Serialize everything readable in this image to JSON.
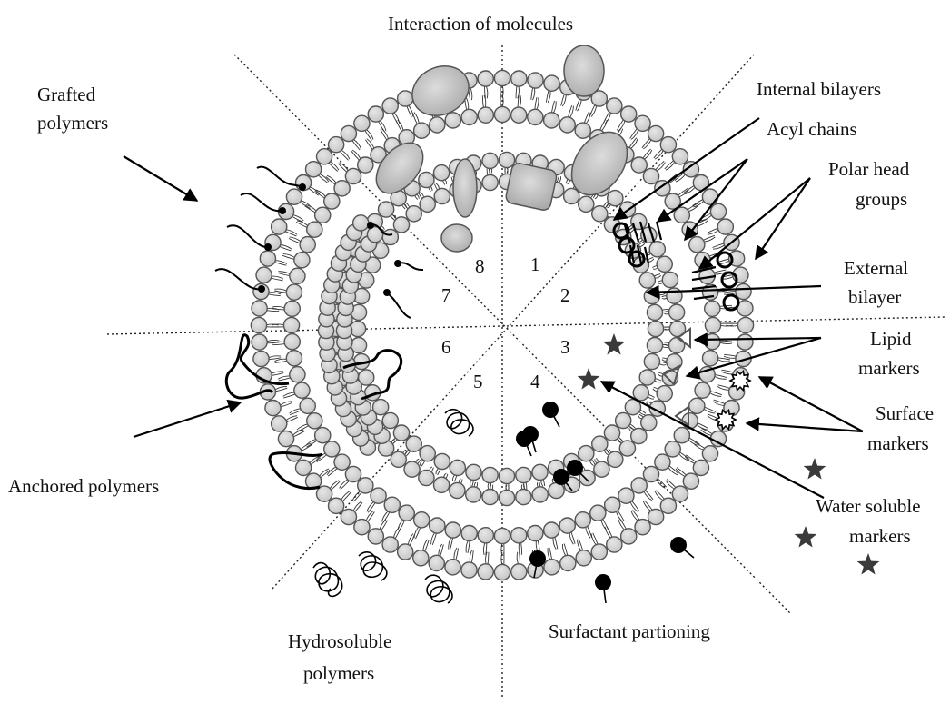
{
  "labels": {
    "interaction": "Interaction of molecules",
    "grafted_1": "Grafted",
    "grafted_2": "polymers",
    "internal_bilayers": "Internal bilayers",
    "acyl_chains": "Acyl chains",
    "polar_1": "Polar head",
    "polar_2": "groups",
    "external_1": "External",
    "external_2": "bilayer",
    "lipid_1": "Lipid",
    "lipid_2": "markers",
    "surface_1": "Surface",
    "surface_2": "markers",
    "water_1": "Water soluble",
    "water_2": "markers",
    "anchored": "Anchored polymers",
    "hydro_1": "Hydrosoluble",
    "hydro_2": "polymers",
    "surfactant": "Surfactant partioning"
  },
  "sectors": [
    "1",
    "2",
    "3",
    "4",
    "5",
    "6",
    "7",
    "8"
  ]
}
